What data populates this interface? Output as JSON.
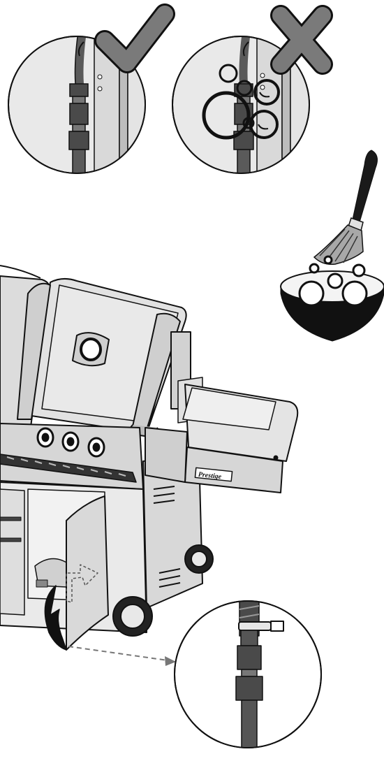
{
  "figure": {
    "type": "leak-test-illustration",
    "badges": [
      {
        "meaning": "correct-no-bubbles",
        "icon": "checkmark-icon",
        "color": "#7a7a7a"
      },
      {
        "meaning": "incorrect-bubbles",
        "icon": "x-icon",
        "color": "#7a7a7a"
      }
    ],
    "tools": [
      "paint-brush-icon",
      "soapy-water-bowl-icon"
    ],
    "colors": {
      "line": "#111111",
      "steel_light": "#e9e9e9",
      "steel_mid": "#cfcfcf",
      "steel_dark": "#9a9a9a",
      "hose": "#5a5a5a",
      "brush_handle": "#1a1a1a",
      "bowl": "#111111"
    },
    "grill_brand_plate": "Prestige"
  }
}
